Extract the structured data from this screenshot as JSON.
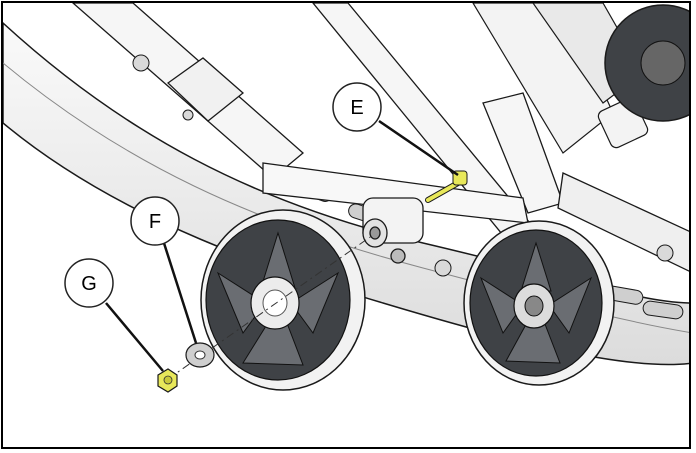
{
  "callouts": [
    {
      "id": "E",
      "label": "E"
    },
    {
      "id": "F",
      "label": "F"
    },
    {
      "id": "G",
      "label": "G"
    }
  ],
  "colors": {
    "frame_border": "#000000",
    "callout_stroke": "#222222",
    "highlight_hardware": "#e8e85a",
    "wheel_dark": "#3f4246",
    "wheel_rim": "#f2f2f2",
    "rail": "#f4f4f4",
    "outline": "#1a1a1a"
  },
  "icons": [
    "bolt-icon",
    "washer-icon",
    "nut-icon",
    "idler-wheel-icon"
  ]
}
